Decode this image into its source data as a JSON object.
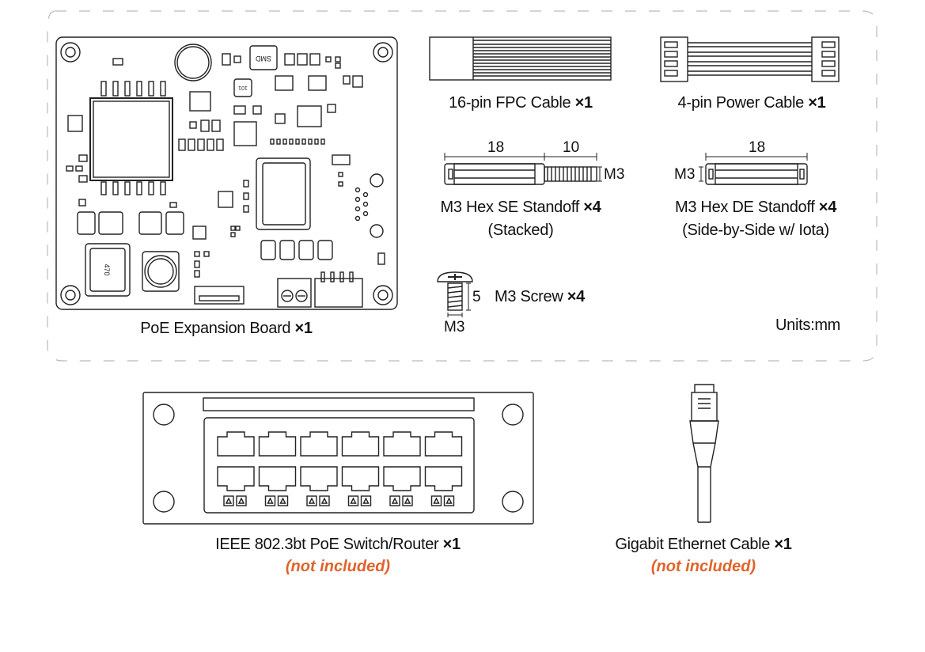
{
  "unit_note": "Units:mm",
  "mark": "×",
  "colors": {
    "stroke": "#222222",
    "accent": "#e0632a",
    "dashed_frame": "#bbbbbb"
  },
  "board": {
    "label": "PoE Expansion Board",
    "qty": "1",
    "chip_marks": {
      "smd": "SMD",
      "ind_101": "101",
      "ind_470": "470"
    }
  },
  "fpc_cable": {
    "label": "16-pin FPC Cable",
    "qty": "1"
  },
  "power_cable": {
    "label": "4-pin Power Cable",
    "qty": "1"
  },
  "se_standoff": {
    "label": "M3 Hex SE Standoff",
    "qty": "4",
    "sub": "(Stacked)",
    "dim_body": "18",
    "dim_thread": "10",
    "dim_thread_size": "M3"
  },
  "de_standoff": {
    "label": "M3 Hex DE Standoff",
    "qty": "4",
    "sub": "(Side-by-Side w/ Iota)",
    "dim_body": "18",
    "dim_size": "M3"
  },
  "screw": {
    "label": "M3 Screw",
    "qty": "4",
    "dim_len": "5",
    "dim_size": "M3"
  },
  "switch": {
    "label": "IEEE 802.3bt PoE Switch/Router",
    "qty": "1",
    "note": "(not included)"
  },
  "eth_cable": {
    "label": "Gigabit Ethernet Cable",
    "qty": "1",
    "note": "(not included)"
  }
}
